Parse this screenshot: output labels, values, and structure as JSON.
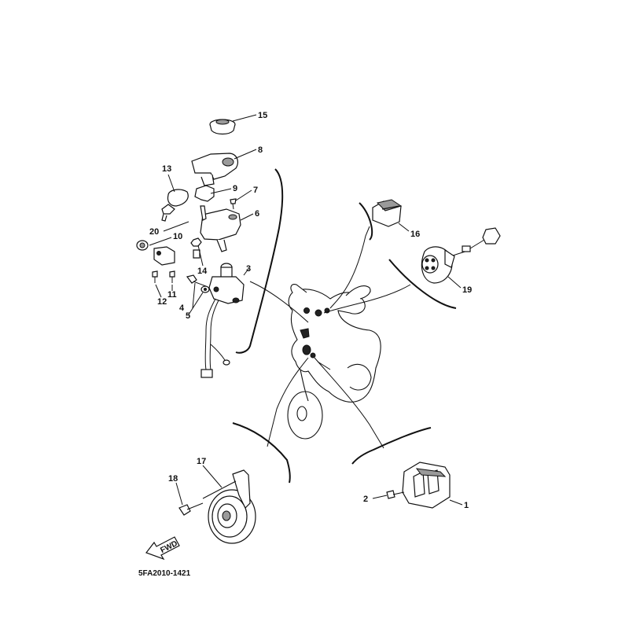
{
  "diagram": {
    "drawing_code": "5FA2010-1421",
    "fwd_label": "FWD",
    "callouts": [
      {
        "id": "1",
        "text": "1"
      },
      {
        "id": "2",
        "text": "2"
      },
      {
        "id": "3",
        "text": "3"
      },
      {
        "id": "4",
        "text": "4"
      },
      {
        "id": "5",
        "text": "5"
      },
      {
        "id": "6",
        "text": "6"
      },
      {
        "id": "7",
        "text": "7"
      },
      {
        "id": "8",
        "text": "8"
      },
      {
        "id": "9",
        "text": "9"
      },
      {
        "id": "10",
        "text": "10"
      },
      {
        "id": "11",
        "text": "11"
      },
      {
        "id": "12",
        "text": "12"
      },
      {
        "id": "13",
        "text": "13"
      },
      {
        "id": "14",
        "text": "14"
      },
      {
        "id": "15",
        "text": "15"
      },
      {
        "id": "16",
        "text": "16"
      },
      {
        "id": "17",
        "text": "17"
      },
      {
        "id": "18",
        "text": "18"
      },
      {
        "id": "19",
        "text": "19"
      },
      {
        "id": "20",
        "text": "20"
      }
    ]
  }
}
